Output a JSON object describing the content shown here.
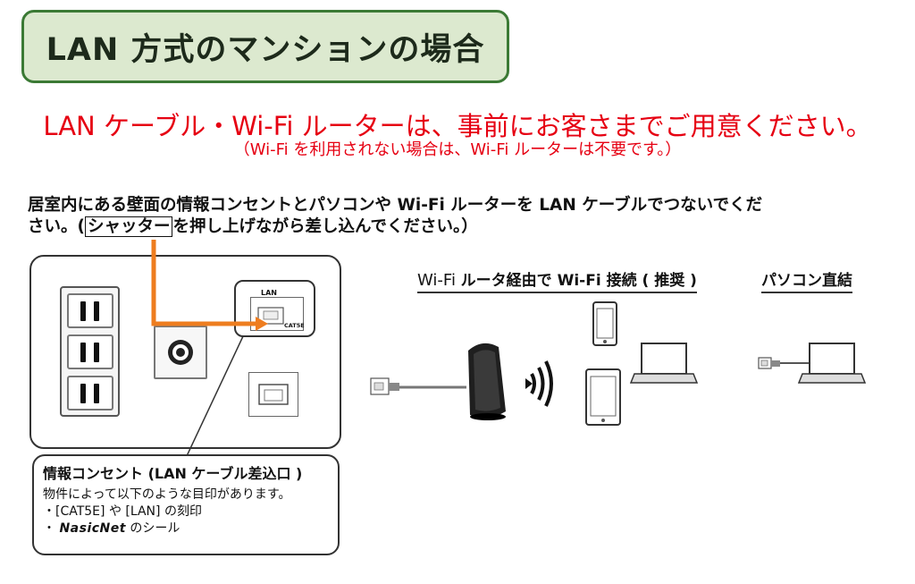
{
  "title": "LAN 方式のマンションの場合",
  "notice": {
    "main": "LAN ケーブル・Wi-Fi ルーターは、事前にお客さまでご用意ください。",
    "sub": "（Wi-Fi を利用されない場合は、Wi-Fi ルーターは不要です。）"
  },
  "instruction": {
    "line1": "居室内にある壁面の情報コンセントとパソコンや Wi-Fi ルーターを LAN ケーブルでつないでくだ",
    "line2_pre": "さい。(",
    "shutter": "シャッター",
    "line2_post": "を押し上げながら差し込んでください。）"
  },
  "wall_panel": {
    "lan_label": "LAN",
    "cat_label": "CAT5E"
  },
  "info_box": {
    "title": "情報コンセント (LAN ケーブル差込口 )",
    "line1": "物件によって以下のような目印があります。",
    "line2": "・[CAT5E] や [LAN] の刻印",
    "line3_bullet": "・ ",
    "brand": "NasicNet",
    "line3_post": " のシール"
  },
  "connection": {
    "router_prefix": "Wi-Fi ",
    "router_header": "ルータ経由で Wi-Fi 接続 ( 推奨 )",
    "direct_header": "パソコン直結"
  },
  "colors": {
    "title_border": "#3b7a35",
    "title_bg": "#dce9cf",
    "notice_red": "#e60012",
    "arrow_orange": "#ee7d1f"
  },
  "icons": [
    "outlet-icon",
    "coax-icon",
    "lan-jack-icon",
    "ethernet-plug-icon",
    "wifi-router-icon",
    "wifi-signal-icon",
    "smartphone-icon",
    "tablet-icon",
    "laptop-icon"
  ]
}
